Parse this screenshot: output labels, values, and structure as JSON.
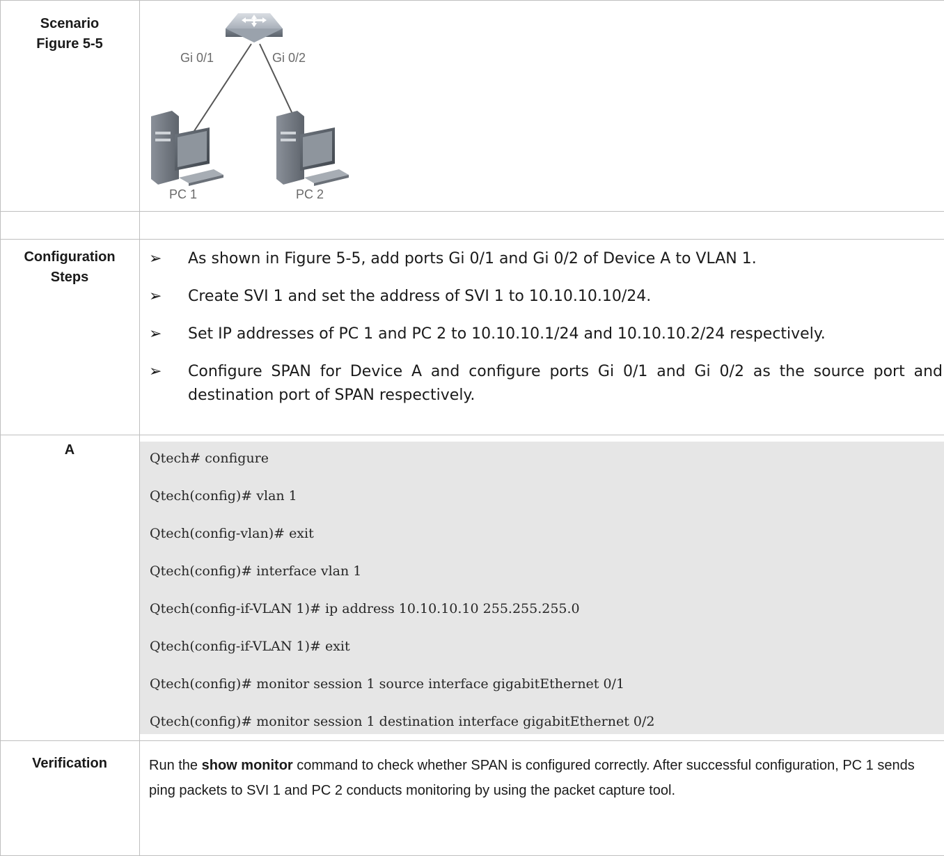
{
  "rows": {
    "scenario_label_1": "Scenario",
    "scenario_label_2": "Figure 5-5",
    "config_label_1": "Configuration",
    "config_label_2": "Steps",
    "device_label": "A",
    "verification_label": "Verification"
  },
  "figure": {
    "port_left": "Gi 0/1",
    "port_right": "Gi 0/2",
    "pc_left": "PC 1",
    "pc_right": "PC 2"
  },
  "steps": {
    "bullet": "➢",
    "items": [
      "As shown in Figure 5-5, add ports Gi 0/1 and Gi 0/2 of Device A to VLAN 1.",
      "Create SVI 1 and set the address of SVI 1 to 10.10.10.10/24.",
      "Set IP addresses of PC 1 and PC 2 to 10.10.10.1/24 and 10.10.10.2/24 respectively.",
      "Configure SPAN for Device A and configure ports Gi 0/1 and Gi 0/2 as the source port and destination port of SPAN respectively."
    ]
  },
  "code": {
    "lines": [
      "Qtech# configure",
      "Qtech(config)# vlan 1",
      "Qtech(config-vlan)# exit",
      "Qtech(config)# interface vlan 1",
      "Qtech(config-if-VLAN 1)# ip address 10.10.10.10 255.255.255.0",
      "Qtech(config-if-VLAN 1)# exit",
      "Qtech(config)# monitor session 1 source interface gigabitEthernet 0/1",
      "Qtech(config)# monitor session 1 destination interface gigabitEthernet 0/2"
    ]
  },
  "verification": {
    "prefix": "Run the ",
    "command": "show monitor",
    "suffix": " command to check whether SPAN is configured correctly. After successful configuration, PC 1 sends ping packets to SVI 1 and PC 2 conducts monitoring by using the packet capture tool."
  }
}
